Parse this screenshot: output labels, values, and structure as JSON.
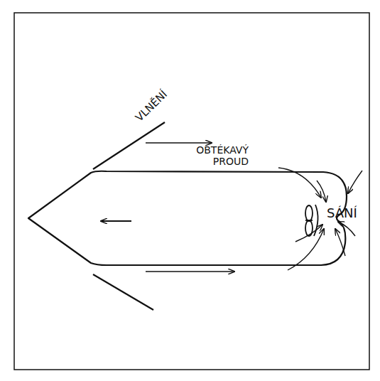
{
  "diagram": {
    "labels": [
      "VLNĚNÍ",
      "OBTÉKAVÝ PROUD",
      "SÁNÍ"
    ]
  }
}
